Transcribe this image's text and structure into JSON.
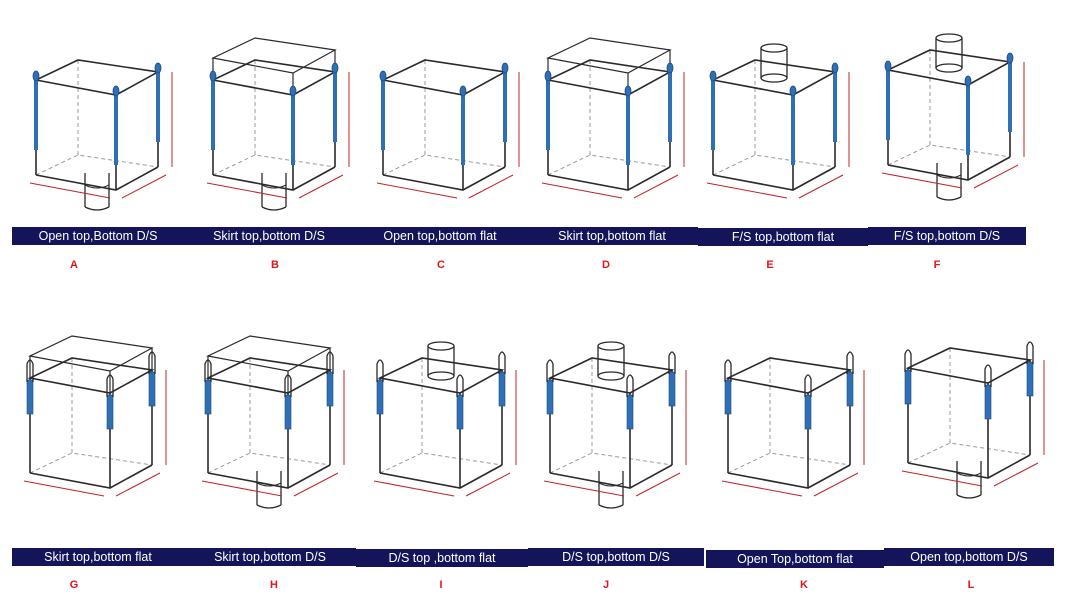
{
  "colors": {
    "outline": "#2a2a2a",
    "dash": "#9a9a9a",
    "dimension": "#c0242a",
    "loop_strap": "#2f6fb3",
    "caption_bg": "#14145a",
    "caption_text": "#ffffff",
    "letter": "#e0161b"
  },
  "bags": [
    {
      "letter": "A",
      "caption": "Open top,Bottom D/S",
      "top": "open",
      "bottom": "spout",
      "loops": "corner"
    },
    {
      "letter": "B",
      "caption": "Skirt top,bottom D/S",
      "top": "skirt",
      "bottom": "spout",
      "loops": "corner"
    },
    {
      "letter": "C",
      "caption": "Open top,bottom flat",
      "top": "open",
      "bottom": "flat",
      "loops": "corner"
    },
    {
      "letter": "D",
      "caption": "Skirt top,bottom flat",
      "top": "skirt",
      "bottom": "flat",
      "loops": "corner"
    },
    {
      "letter": "E",
      "caption": "F/S top,bottom flat",
      "top": "spout",
      "bottom": "flat",
      "loops": "corner"
    },
    {
      "letter": "F",
      "caption": "F/S top,bottom D/S",
      "top": "spout",
      "bottom": "spout",
      "loops": "corner"
    },
    {
      "letter": "G",
      "caption": "Skirt top,bottom flat",
      "top": "skirt",
      "bottom": "flat",
      "loops": "cross"
    },
    {
      "letter": "H",
      "caption": "Skirt top,bottom D/S",
      "top": "skirt",
      "bottom": "spout",
      "loops": "cross"
    },
    {
      "letter": "I",
      "caption": "D/S top ,bottom flat",
      "top": "spout",
      "bottom": "flat",
      "loops": "cross"
    },
    {
      "letter": "J",
      "caption": "D/S top,bottom D/S",
      "top": "spout",
      "bottom": "spout",
      "loops": "cross"
    },
    {
      "letter": "K",
      "caption": "Open Top,bottom flat",
      "top": "open",
      "bottom": "flat",
      "loops": "cross"
    },
    {
      "letter": "L",
      "caption": "Open top,bottom D/S",
      "top": "open",
      "bottom": "spout",
      "loops": "cross"
    }
  ]
}
